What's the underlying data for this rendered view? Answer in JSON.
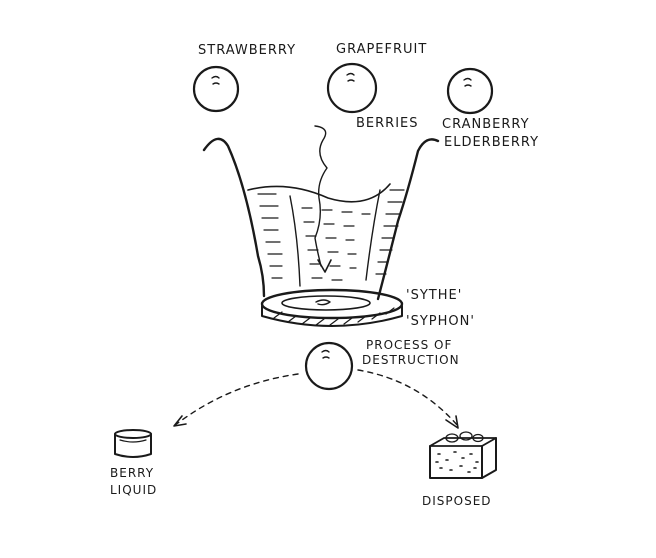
{
  "labels": {
    "strawberry": "STRAWBERRY",
    "grapefruit": "GRAPEFRUIT",
    "berries": "BERRIES",
    "cranberry": "CRANBERRY",
    "elderberry": "ELDERBERRY",
    "sythe": "'SYTHE'",
    "syphon": "'SYPHON'",
    "process_line1": "PROCESS OF",
    "process_line2": "DESTRUCTION",
    "berry_line1": "BERRY",
    "berry_line2": "LIQUID",
    "disposed": "DISPOSED"
  },
  "colors": {
    "ink": "#1a1a1a",
    "paper": "#ffffff"
  }
}
